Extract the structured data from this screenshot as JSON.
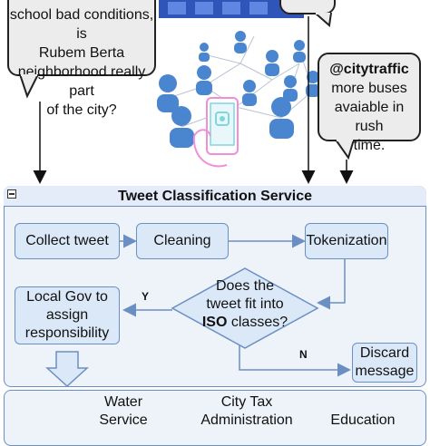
{
  "bubble_left": {
    "line1": "school bad conditions, is",
    "line2": "Rubem Berta",
    "line3": "neighborhood really part",
    "line4": "of the city?"
  },
  "bubble_right": {
    "handle": "@citytraffic",
    "line1": "more buses",
    "line2": "avaiable in rush",
    "line3": "time."
  },
  "panel": {
    "collapse_icon": "minus-icon",
    "title": "Tweet Classification Service"
  },
  "steps": {
    "collect": "Collect tweet",
    "cleaning": "Cleaning",
    "tokenization": "Tokenization",
    "decision_line1": "Does the",
    "decision_line2": "tweet fit into",
    "decision_iso": "ISO",
    "decision_line3_rest": " classes?",
    "local_gov": "Local Gov to assign responsibility",
    "discard": "Discard message",
    "yes_label": "Y",
    "no_label": "N"
  },
  "categories": {
    "water_line1": "Water",
    "water_line2": "Service",
    "tax_line1": "City Tax",
    "tax_line2": "Administration",
    "education": "Education"
  },
  "colors": {
    "node_fill": "#dbe8f8",
    "node_border": "#6b8fc2",
    "panel_fill": "#eef3fa",
    "people_blue": "#4a86cf",
    "phone_pink": "#f08fd8",
    "phone_teal": "#7ed6df"
  }
}
